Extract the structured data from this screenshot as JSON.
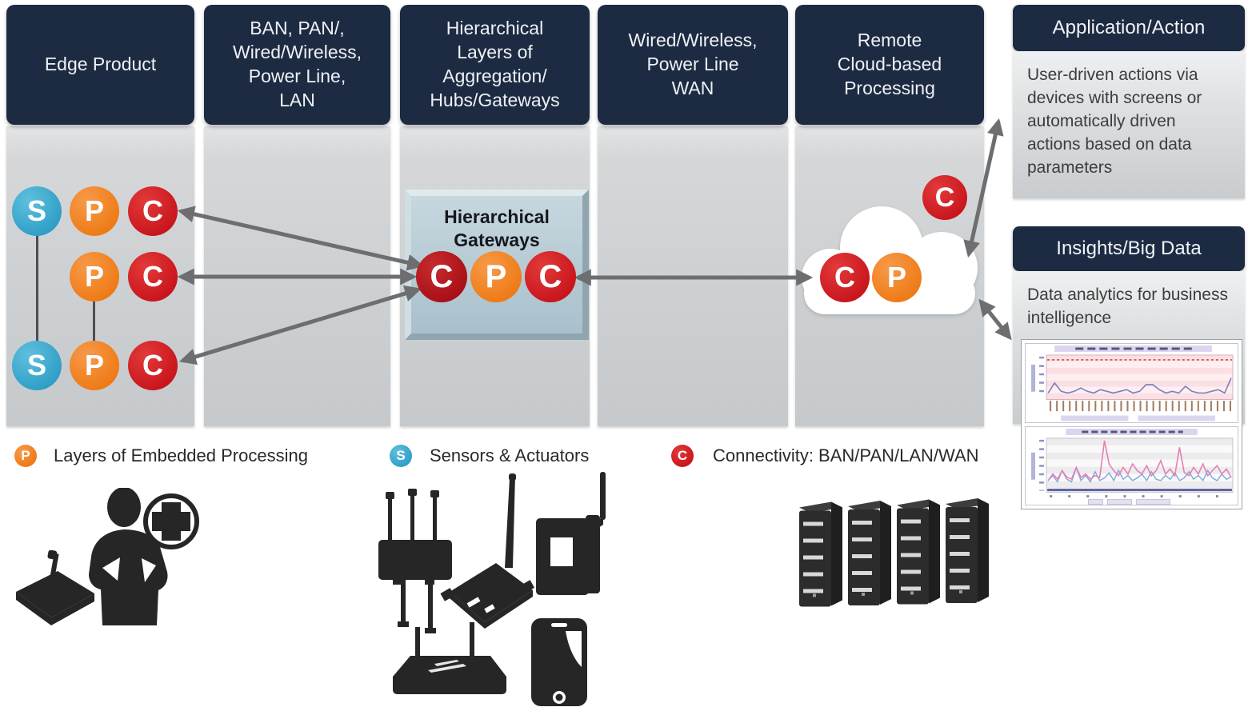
{
  "pipeline": {
    "columns": [
      {
        "label": "Edge Product"
      },
      {
        "label": "BAN, PAN/,\nWired/Wireless,\nPower Line,\nLAN"
      },
      {
        "label": "Hierarchical\nLayers of\nAggregation/\nHubs/Gateways"
      },
      {
        "label": "Wired/Wireless,\nPower Line\nWAN"
      },
      {
        "label": "Remote\nCloud-based\nProcessing"
      }
    ]
  },
  "edge": {
    "rows": [
      {
        "nodes": [
          "S",
          "P",
          "C"
        ]
      },
      {
        "nodes": [
          "P",
          "C"
        ]
      },
      {
        "nodes": [
          "S",
          "P",
          "C"
        ]
      }
    ]
  },
  "gateway": {
    "title": "Hierarchical\nGateways",
    "nodes": [
      "C",
      "P",
      "C"
    ]
  },
  "cloud": {
    "nodes": [
      "C",
      "P"
    ],
    "satellite": "C"
  },
  "panels": {
    "application": {
      "title": "Application/Action",
      "body": "User-driven actions via devices with screens or automatically driven actions based on data parameters"
    },
    "insights": {
      "title": "Insights/Big Data",
      "body": "Data analytics for business intelligence"
    }
  },
  "legend": {
    "items": [
      {
        "symbol": "P",
        "label": "Layers of Embedded Processing"
      },
      {
        "symbol": "S",
        "label": "Sensors & Actuators"
      },
      {
        "symbol": "C",
        "label": "Connectivity: BAN/PAN/LAN/WAN"
      }
    ]
  },
  "charts": {
    "top": {
      "line": [
        3,
        9,
        4,
        3,
        4,
        6,
        4,
        3,
        5,
        4,
        3,
        4,
        5,
        3,
        4,
        8,
        8,
        5,
        3,
        4,
        3,
        7,
        4,
        3,
        3,
        4,
        5,
        3,
        12
      ]
    },
    "bottom": {
      "pink": [
        6,
        10,
        7,
        12,
        8,
        7,
        14,
        8,
        10,
        7,
        9,
        8,
        30,
        16,
        12,
        9,
        14,
        10,
        16,
        12,
        10,
        15,
        9,
        12,
        18,
        10,
        13,
        9,
        26,
        11,
        9,
        14,
        10,
        16,
        9,
        12,
        15,
        10,
        13,
        8
      ],
      "blue": [
        8,
        12,
        7,
        16,
        9,
        7,
        18,
        8,
        12,
        7,
        15,
        8,
        10,
        14,
        8,
        16,
        9,
        12,
        8,
        10,
        13,
        8,
        15,
        9,
        8,
        12,
        9,
        14,
        8,
        10,
        15,
        9,
        12,
        8,
        16,
        10,
        8,
        13,
        9,
        11
      ]
    }
  },
  "icons": {
    "edge_device": "tilted-sensor-box-with-antenna",
    "patient": "person-silhouette-with-medical-cross",
    "pole_sensor": "mast-sensor-with-antennas",
    "gateway_device": "gateway-box-with-tall-antenna",
    "wall_sensor": "wall-mounted-device-with-antenna",
    "router": "wifi-router-two-antennas",
    "smartphone": "smartphone",
    "servers": "server-rack-towers",
    "analytics": "dashboard-chart-screenshots"
  },
  "colors": {
    "header_navy": "#1c2b42",
    "column_gray": "#cdd0d2",
    "node_blue": "#35a6cc",
    "node_orange": "#ee7a15",
    "node_red": "#c8151c",
    "arrow_gray": "#6d6e70",
    "icon_black": "#262626",
    "gateway_panel": "#b3c7d1"
  }
}
